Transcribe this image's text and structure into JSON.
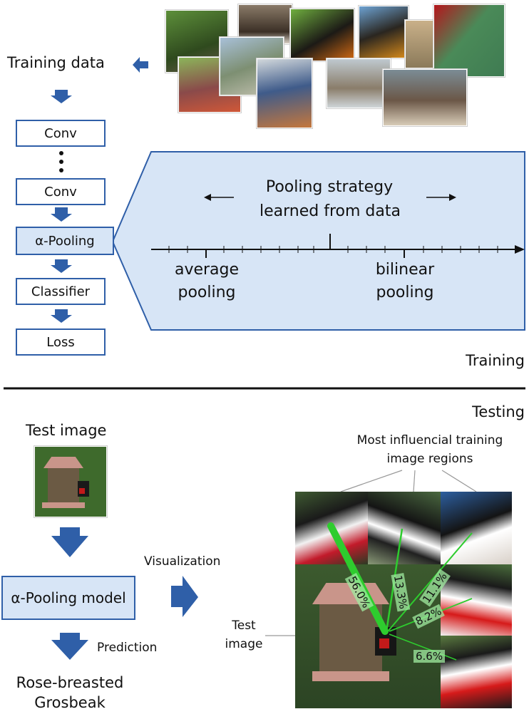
{
  "training": {
    "data_label": "Training data",
    "pipeline": [
      "Conv",
      "Conv",
      "α-Pooling",
      "Classifier",
      "Loss"
    ],
    "panel": {
      "title_line1": "Pooling strategy",
      "title_line2": "learned from data",
      "left_label_line1": "average",
      "left_label_line2": "pooling",
      "right_label_line1": "bilinear",
      "right_label_line2": "pooling"
    },
    "section_label": "Training"
  },
  "testing": {
    "section_label": "Testing",
    "test_image_label": "Test image",
    "model_label": "α-Pooling model",
    "visualization_label": "Visualization",
    "prediction_label": "Prediction",
    "result_line1": "Rose-breasted",
    "result_line2": "Grosbeak",
    "influence_label_line1": "Most influencial training",
    "influence_label_line2": "image regions",
    "test_callout_line1": "Test",
    "test_callout_line2": "image",
    "percentages": [
      "56.0%",
      "13.3%",
      "11.1%",
      "8.2%",
      "6.6%"
    ]
  },
  "colors": {
    "arrow_blue": "#2f5fa8",
    "panel_fill": "#d7e5f6",
    "highlight_green": "#2ecc2e"
  }
}
